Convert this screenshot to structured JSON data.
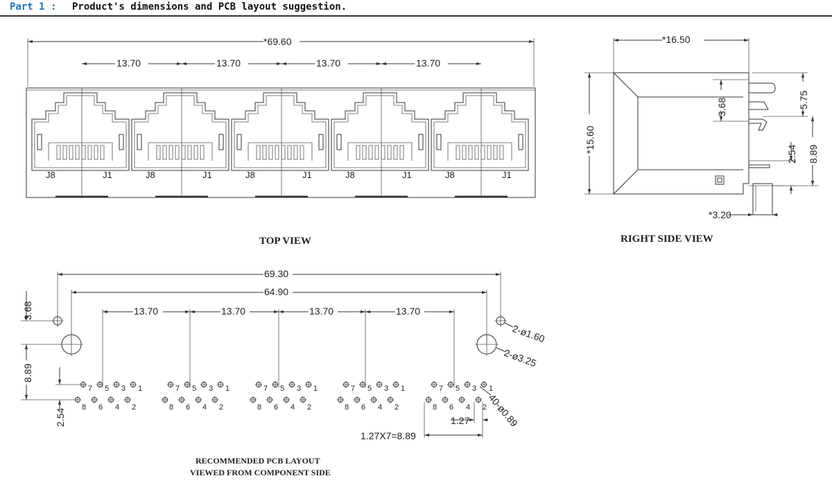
{
  "header": {
    "part_label": "Part 1 :",
    "description": "Product's dimensions and PCB layout suggestion."
  },
  "top_view": {
    "caption": "TOP VIEW",
    "overall_width": "*69.60",
    "pitch_labels": [
      "13.70",
      "13.70",
      "13.70",
      "13.70"
    ],
    "port_left_label": "J8",
    "port_right_label": "J1",
    "port_count": 5
  },
  "right_side_view": {
    "caption": "RIGHT SIDE VIEW",
    "depth": "*16.50",
    "height": "*15.60",
    "dim_3_68": "3.68",
    "dim_5_75": "5.75",
    "dim_2_54": "2.54",
    "dim_8_89": "8.89",
    "dim_3_20": "*3.20"
  },
  "pcb_layout": {
    "caption_line1": "RECOMMENDED PCB LAYOUT",
    "caption_line2": "VIEWED FROM COMPONENT SIDE",
    "outer_width": "69.30",
    "inner_width": "64.90",
    "pitch_labels": [
      "13.70",
      "13.70",
      "13.70",
      "13.70"
    ],
    "dim_3_68": "3.68",
    "dim_8_89": "8.89",
    "dim_2_54": "2.54",
    "hole_small": "2-ø1.60",
    "hole_large": "2-ø3.25",
    "signal_holes": "40-ø0.89",
    "pin_pitch": "1.27",
    "row_span": "1.27X7=8.89",
    "top_row_pins": [
      "7",
      "5",
      "3",
      "1"
    ],
    "bottom_row_pins": [
      "8",
      "6",
      "4",
      "2"
    ]
  }
}
